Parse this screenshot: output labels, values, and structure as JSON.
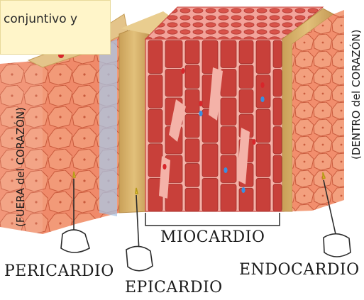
{
  "note": {
    "text": "conjuntivo y"
  },
  "labels": {
    "outside": "(FUERA del CORAZÓN)",
    "inside": "(DENTRO del CORAZÓN)",
    "pericardio": "PERICARDIO",
    "epicardio": "EPICARDIO",
    "miocardio": "MIOCARDIO",
    "endocardio": "ENDOCARDIO"
  },
  "colors": {
    "pericardium_cells": "#f08a6a",
    "cell_borders": "#c85a3c",
    "epicardium_band": "#d9b46c",
    "myocardium_fibers": "#c8403a",
    "myocardium_background": "#f4b2a8",
    "endocardium_cells": "#f28e6d",
    "nucleus_blue": "#3a8fe0",
    "nucleus_red": "#d8262b"
  }
}
